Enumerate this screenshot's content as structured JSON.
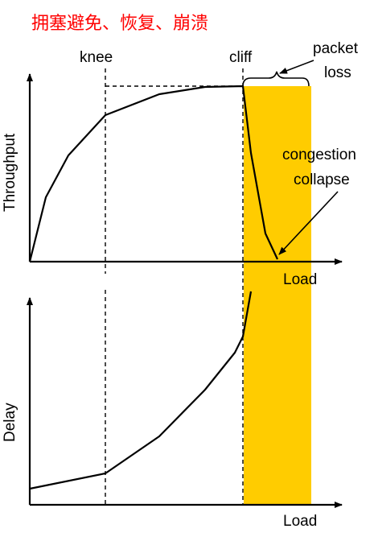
{
  "title": "拥塞避免、恢复、崩溃",
  "labels": {
    "knee": "knee",
    "cliff": "cliff",
    "packet": "packet",
    "loss": "loss",
    "congestion": "congestion",
    "collapse": "collapse",
    "throughput_axis": "Throughput",
    "delay_axis": "Delay",
    "load_top": "Load",
    "load_bottom": "Load"
  },
  "colors": {
    "title": "#ff0000",
    "collapse_region": "#ffcc00"
  }
}
